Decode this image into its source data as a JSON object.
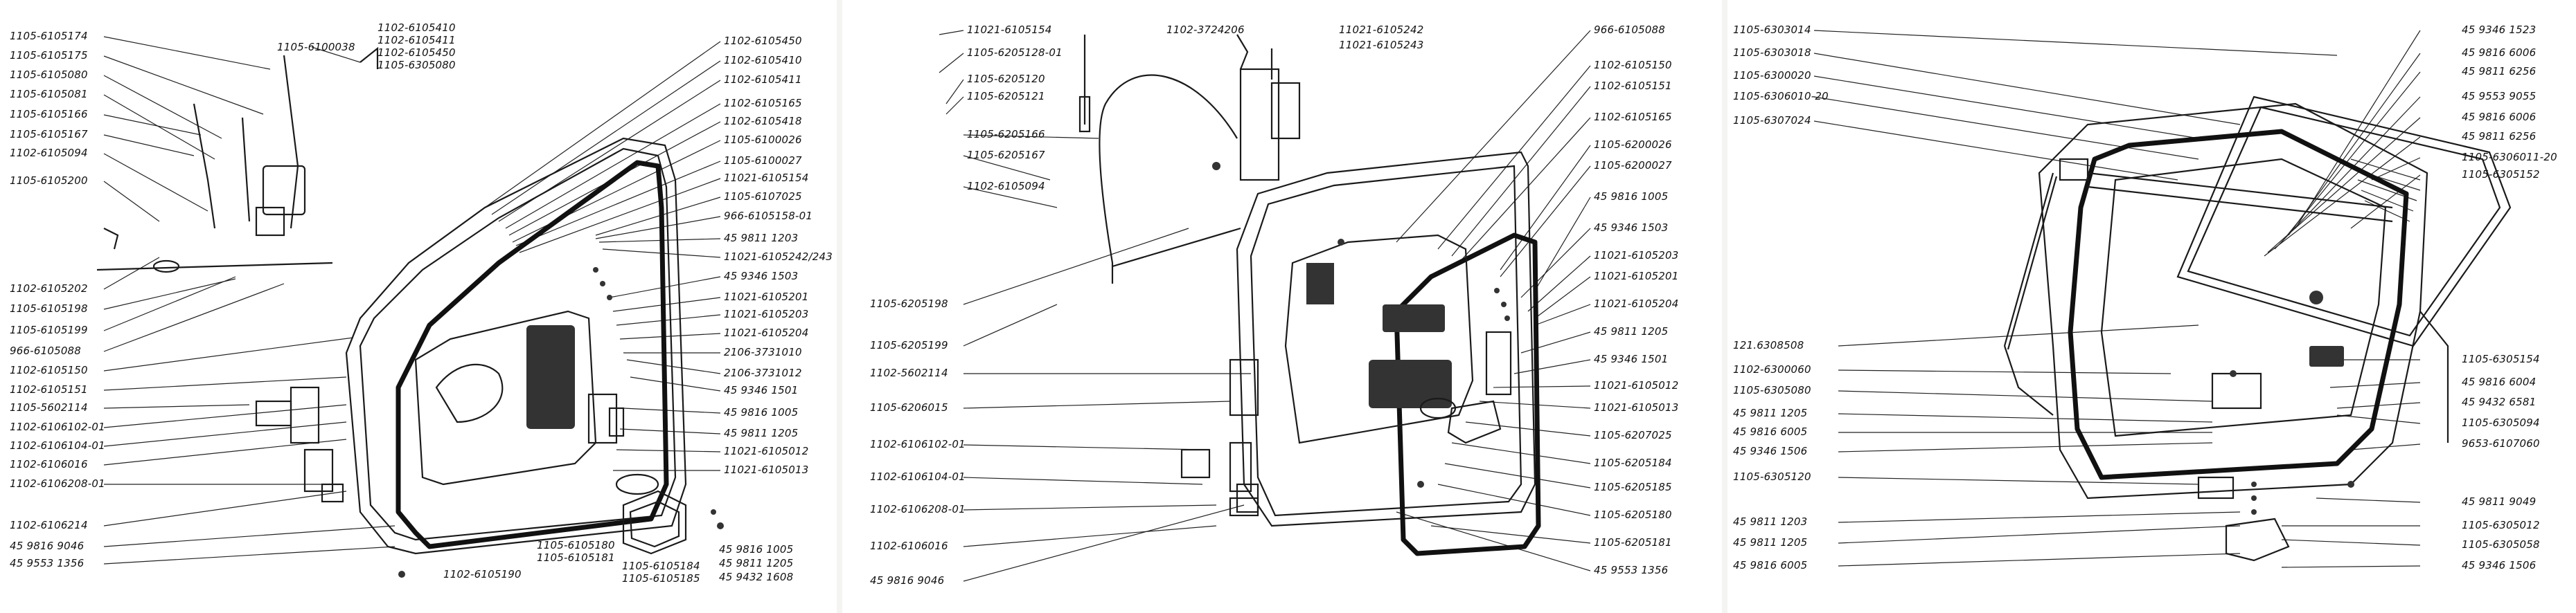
{
  "panels": {
    "left": {
      "labels_left": [
        "1105-6105174",
        "1105-6105175",
        "1105-6105080",
        "1105-6105081",
        "1105-6105166",
        "1105-6105167",
        "1102-6105094",
        "1105-6105200",
        "1102-6105202",
        "1105-6105198",
        "1105-6105199",
        "966-6105088",
        "1102-6105150",
        "1102-6105151",
        "1105-5602114",
        "1102-6106102-01",
        "1102-6106104-01",
        "1102-6106016",
        "1102-6106208-01",
        "1102-6106214",
        "45 9816 9046",
        "45 9553 1356"
      ],
      "label_top_center": "1105-6100038",
      "labels_top_center_group": [
        "1102-6105410",
        "1102-6105411",
        "1102-6105450",
        "1105-6305080"
      ],
      "labels_right": [
        "1102-6105450",
        "1102-6105410",
        "1102-6105411",
        "1102-6105165",
        "1102-6105418",
        "1105-6100026",
        "1105-6100027",
        "11021-6105154",
        "1105-6107025",
        "966-6105158-01",
        "45 9811 1203",
        "11021-6105242/243",
        "45 9346 1503",
        "11021-6105201",
        "11021-6105203",
        "11021-6105204",
        "2106-3731010",
        "2106-3731012",
        "45 9346 1501",
        "45 9816 1005",
        "45 9811 1205",
        "11021-6105012",
        "11021-6105013"
      ],
      "labels_bottom": [
        "1102-6105190",
        "1105-6105180",
        "1105-6105181",
        "1105-6105184",
        "1105-6105185",
        "45 9816 1005",
        "45 9811 1205",
        "45 9432 1608"
      ]
    },
    "middle": {
      "labels_left": [
        "11021-6105154",
        "1105-6205128-01",
        "1105-6205120",
        "1105-6205121",
        "1105-6205166",
        "1105-6205167",
        "1102-6105094",
        "1105-6205198",
        "1105-6205199",
        "1102-5602114",
        "1105-6206015",
        "1102-6106102-01",
        "1102-6106104-01",
        "1102-6106208-01",
        "1102-6106016",
        "45 9816 9046"
      ],
      "label_top": "1102-3724206",
      "labels_top_right": [
        "11021-6105242",
        "11021-6105243"
      ],
      "labels_right": [
        "966-6105088",
        "1102-6105150",
        "1102-6105151",
        "1102-6105165",
        "1105-6200026",
        "1105-6200027",
        "45 9816 1005",
        "45 9346 1503",
        "11021-6105203",
        "11021-6105201",
        "11021-6105204",
        "45 9811 1205",
        "45 9346 1501",
        "11021-6105012",
        "11021-6105013",
        "1105-6207025",
        "1105-6205184",
        "1105-6205185",
        "1105-6205180",
        "1105-6205181",
        "45 9553 1356"
      ]
    },
    "right": {
      "labels_left": [
        "1105-6303014",
        "1105-6303018",
        "1105-6300020",
        "1105-6306010-20",
        "1105-6307024",
        "121.6308508",
        "1102-6300060",
        "1105-6305080",
        "45 9811 1205",
        "45 9816 6005",
        "45 9346 1506",
        "1105-6305120",
        "45 9811 1203",
        "45 9811 1205",
        "45 9816 6005"
      ],
      "labels_right": [
        "45 9346 1523",
        "45 9816 6006",
        "45 9811 6256",
        "45 9553 9055",
        "45 9816 6006",
        "45 9811 6256",
        "1105-6306011-20",
        "1105-6305152",
        "1105-6305154",
        "45 9816 6004",
        "45 9432 6581",
        "1105-6305094",
        "9653-6107060",
        "45 9811 9049",
        "1105-6305012",
        "1105-6305058",
        "45 9346 1506"
      ]
    }
  }
}
